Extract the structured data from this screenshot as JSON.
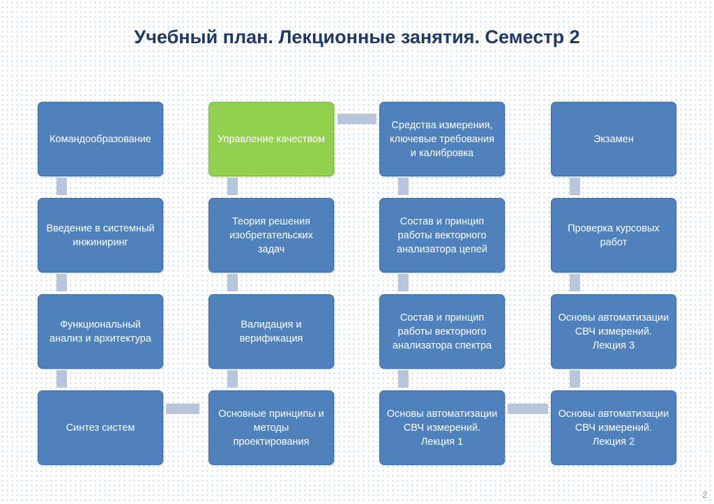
{
  "slide": {
    "title": "Учебный план. Лекционные занятия. Семестр 2",
    "page_number": "2"
  },
  "columns": [
    {
      "items": [
        "Командообразование",
        "Введение в системный инжиниринг",
        "Функциональный анализ и архитектура",
        "Синтез систем"
      ]
    },
    {
      "items": [
        "Управление качеством",
        "Теория решения изобретательских задач",
        "Валидация и верификация",
        "Основные принципы и методы проектирования"
      ],
      "highlighted_item": "Управление качеством"
    },
    {
      "items": [
        "Средства измерения, ключевые требования и калибровка",
        "Состав и принцип работы векторного анализатора цепей",
        "Состав и принцип работы векторного анализатора спектра",
        "Основы автоматизации СВЧ измерений. Лекция 1"
      ]
    },
    {
      "items": [
        "Экзамен",
        "Проверка курсовых работ",
        "Основы автоматизации СВЧ измерений. Лекция 3",
        "Основы автоматизации СВЧ измерений. Лекция 2"
      ]
    }
  ],
  "colors": {
    "box_fill": "#4f81bd",
    "highlight_fill": "#92d050",
    "connector": "#b7c6dd",
    "title": "#1f3a66"
  }
}
